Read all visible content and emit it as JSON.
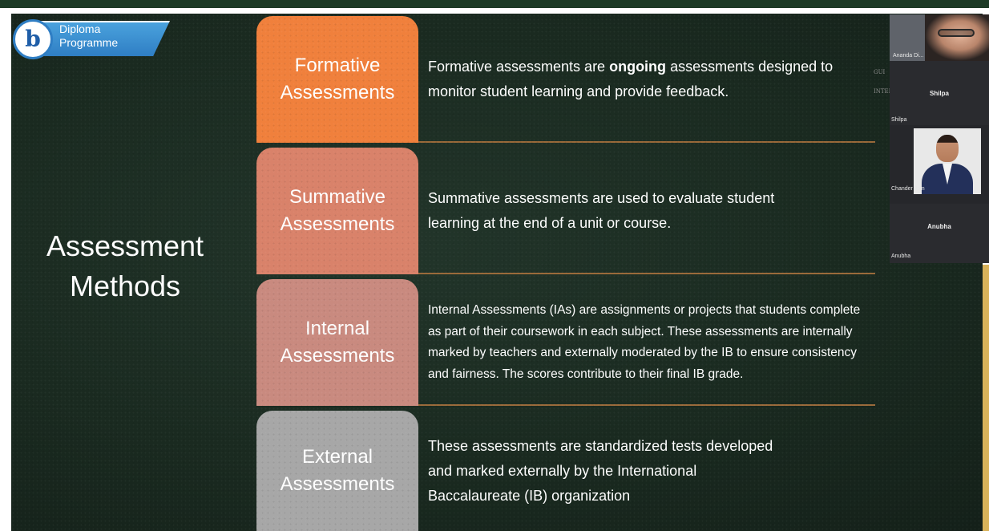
{
  "logo": {
    "line1": "Diploma",
    "line2": "Programme",
    "glyph": "b"
  },
  "slide_title": {
    "line1": "Assessment",
    "line2": "Methods"
  },
  "assessments": [
    {
      "label_line1": "Formative",
      "label_line2": "Assessments",
      "desc_before": "Formative assessments are ",
      "desc_bold": "ongoing",
      "desc_after": " assessments designed to monitor student learning and provide feedback.",
      "color": "#f0803c"
    },
    {
      "label_line1": "Summative",
      "label_line2": "Assessments",
      "desc": "Summative assessments are used to evaluate student learning at the end of a unit or course.",
      "color": "#d9826a"
    },
    {
      "label_line1": "Internal",
      "label_line2": "Assessments",
      "desc": "Internal Assessments (IAs) are assignments or projects that students complete as part of their coursework in each subject. These assessments are internally marked by teachers and externally moderated by the IB to ensure consistency and fairness. The scores contribute to their final IB grade.",
      "color": "#c98a7f"
    },
    {
      "label_line1": "External",
      "label_line2": "Assessments",
      "desc": "These assessments are standardized tests developed and marked externally by the International Baccalaureate (IB) organization",
      "color": "#a7a7a7"
    }
  ],
  "participants": {
    "host_name": "Ananda Di...",
    "tile1_center": "Shilpa",
    "tile1_name": "Shilpa",
    "tile2_name": "Chander Jain",
    "tile3_center": "Anubha",
    "tile3_name": "Anubha"
  },
  "side_text": {
    "line1": "GUI",
    "line2": "INTERI"
  },
  "colors": {
    "slide_bg": "#1a2a20",
    "top_bar": "#1d3b26",
    "divider": "#9a6a3a",
    "accent_right": "#d8b25a",
    "ib_blue": "#2f7ec4"
  }
}
